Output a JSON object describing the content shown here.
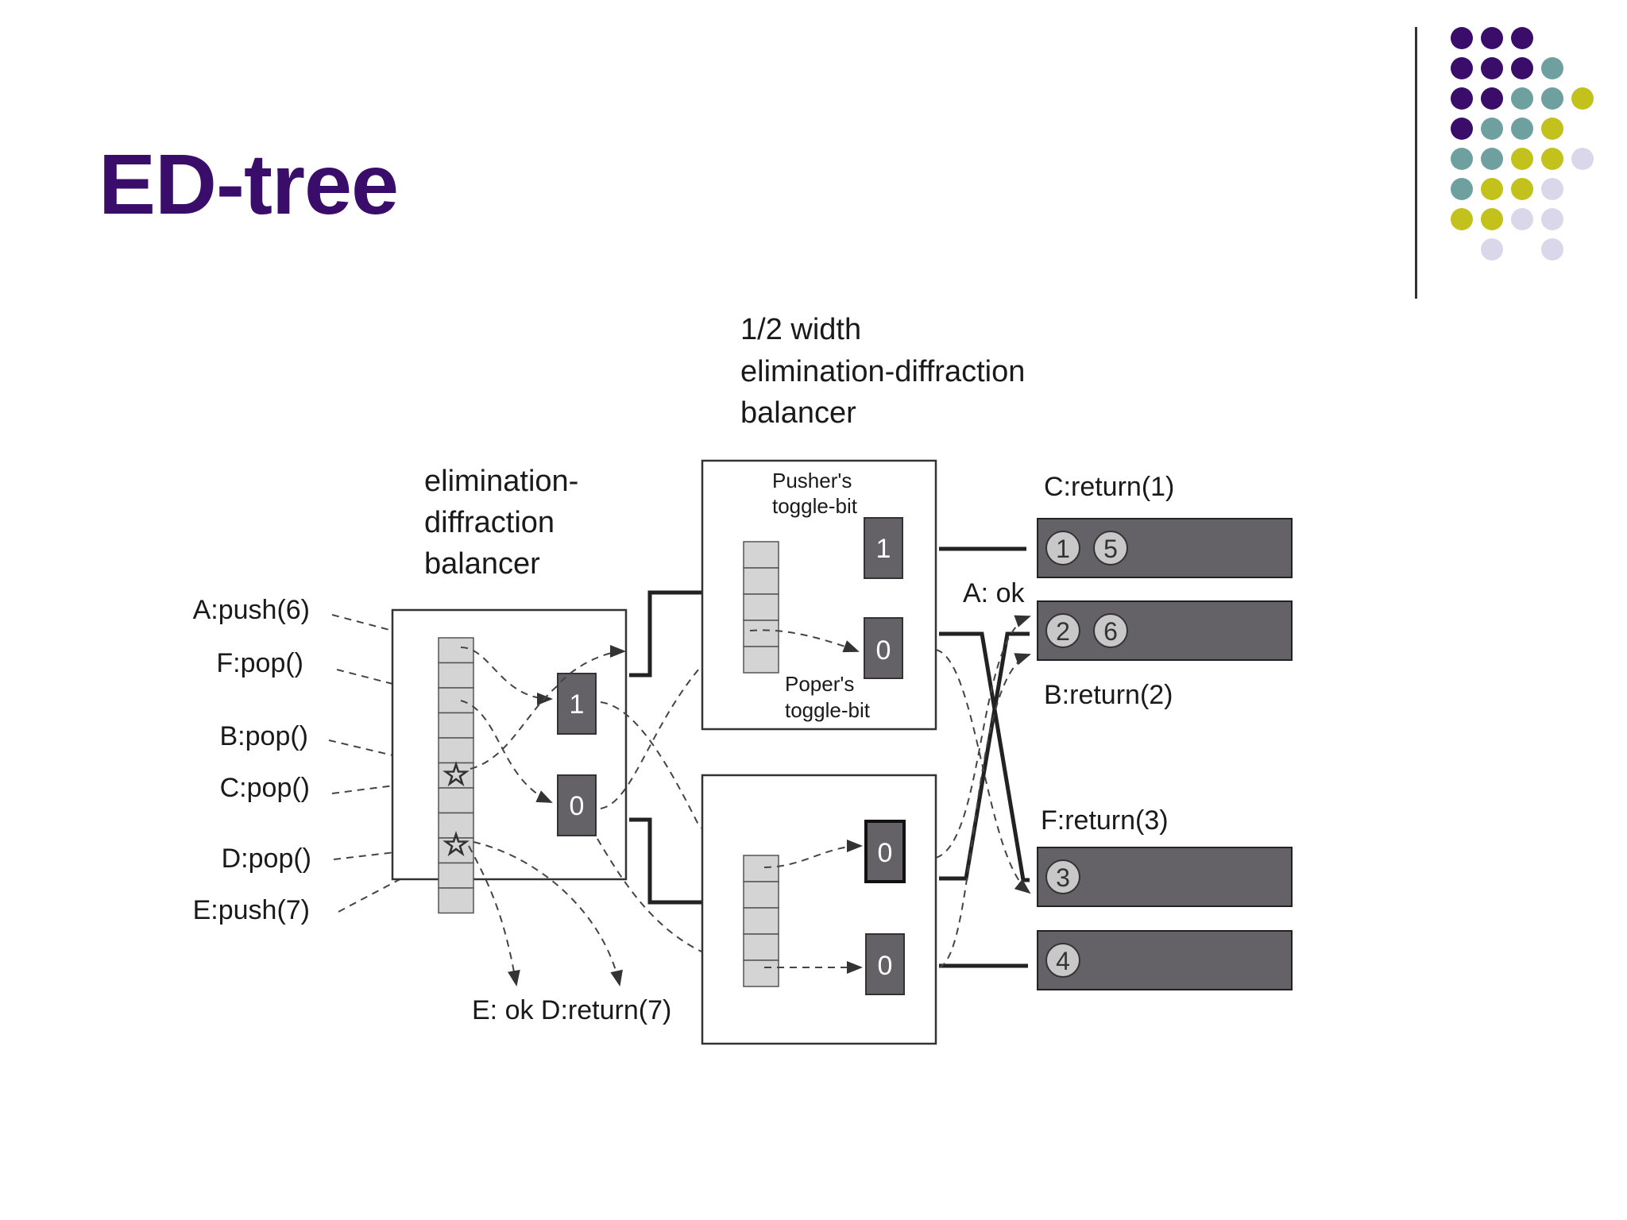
{
  "slide": {
    "title": "ED-tree",
    "palette": {
      "purple": "#3a0d6a",
      "teal": "#6fa0a0",
      "olive": "#c3c21c",
      "lavender": "#dad7ea",
      "bin_fill": "#646266",
      "token_fill": "#c8c8c8"
    }
  },
  "diagram": {
    "top_balancer_label_lines": [
      "1/2 width",
      "elimination-diffraction",
      "balancer"
    ],
    "root_balancer_label_lines": [
      "elimination-",
      "diffraction",
      "balancer"
    ],
    "inputs": [
      "A:push(6)",
      "F:pop()",
      "B:pop()",
      "C:pop()",
      "D:pop()",
      "E:push(7)"
    ],
    "root_toggle_bits": [
      "1",
      "0"
    ],
    "top_balancer": {
      "pusher_label_lines": [
        "Pusher's",
        "toggle-bit"
      ],
      "poper_label_lines": [
        "Poper's",
        "toggle-bit"
      ],
      "toggle_bits": [
        "1",
        "0"
      ]
    },
    "bottom_balancer": {
      "toggle_bits": [
        "0",
        "0"
      ]
    },
    "eliminated_results": "E: ok D:return(7)",
    "a_result": "A: ok",
    "outputs": [
      {
        "return_label": "C:return(1)",
        "tokens": [
          "1",
          "5"
        ]
      },
      {
        "return_label": "B:return(2)",
        "tokens": [
          "2",
          "6"
        ]
      },
      {
        "return_label": "F:return(3)",
        "tokens": [
          "3"
        ]
      },
      {
        "return_label": "",
        "tokens": [
          "4"
        ]
      }
    ]
  }
}
